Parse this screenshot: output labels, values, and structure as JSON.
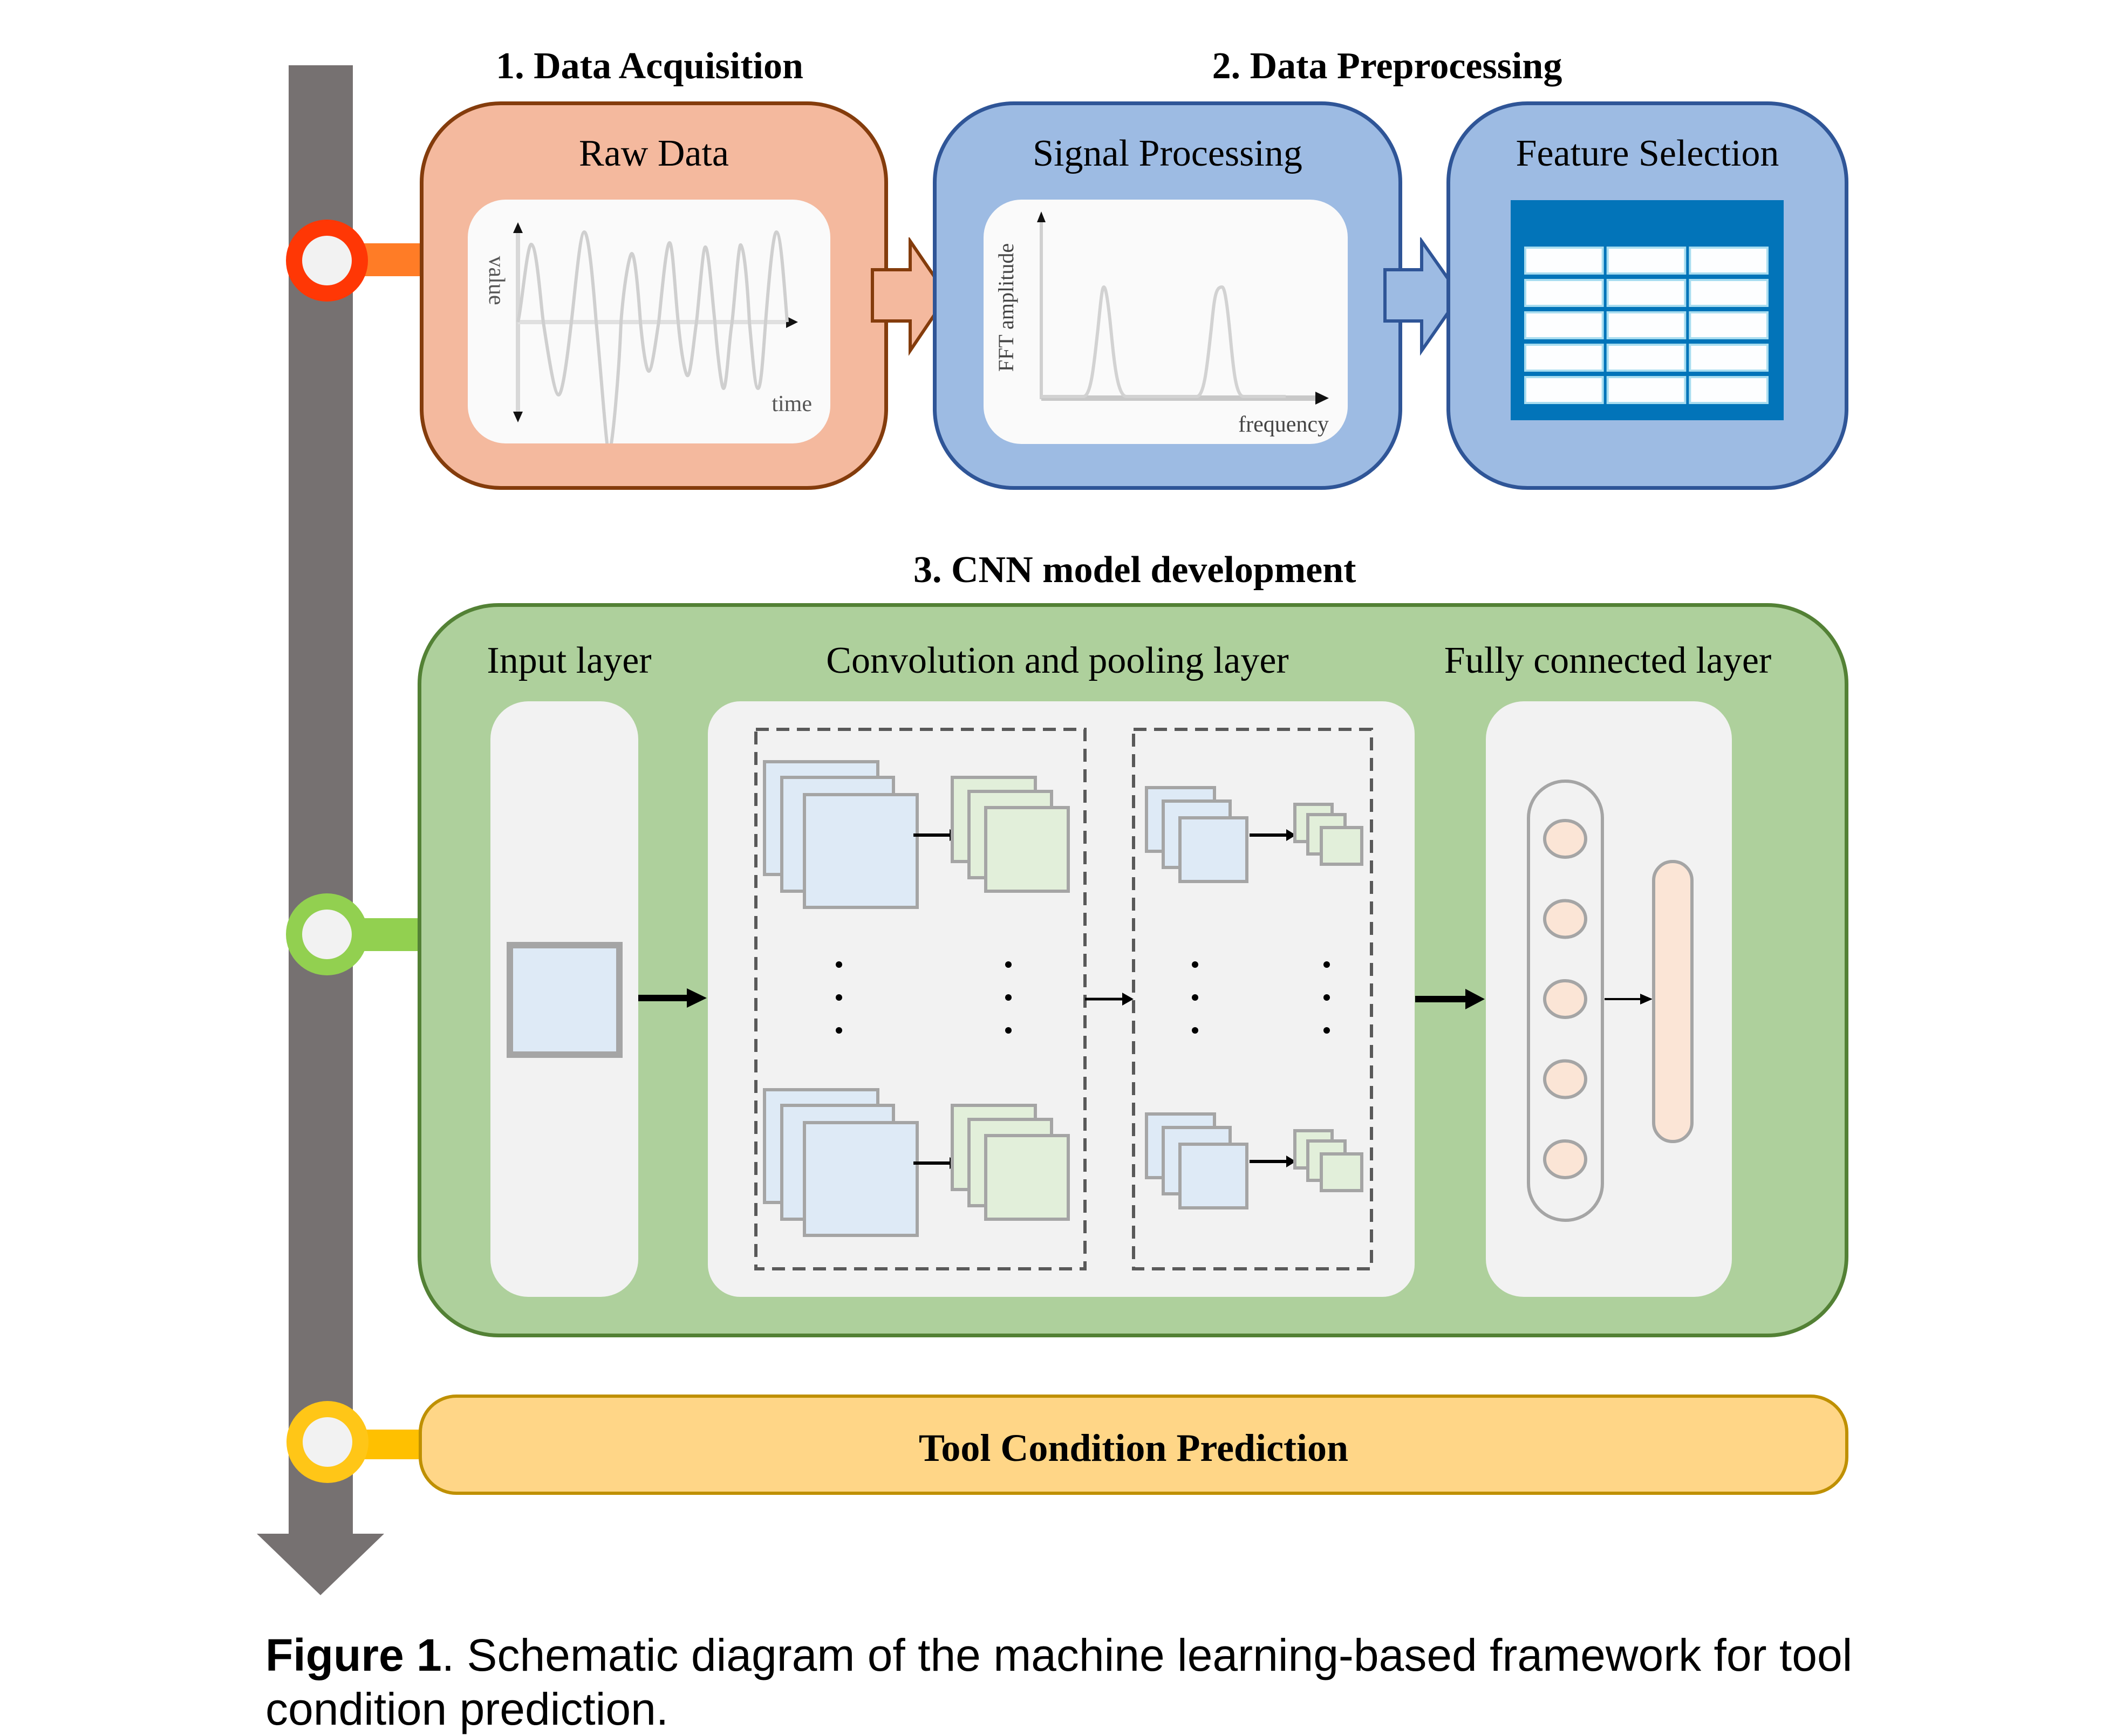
{
  "figure": {
    "stages": {
      "acquisition": {
        "title": "1. Data Acquisition",
        "box_label": "Raw Data",
        "chart": {
          "y_axis_label": "value",
          "x_axis_label": "time",
          "icon": "waveform-chart-icon"
        },
        "colors": {
          "fill": "#F4B99E",
          "border": "#843C0C"
        }
      },
      "preprocessing": {
        "title": "2. Data Preprocessing",
        "signal_box_label": "Signal Processing",
        "signal_chart": {
          "y_axis_label": "FFT amplitude",
          "x_axis_label": "frequency",
          "icon": "spectrum-chart-icon",
          "peaks": 2
        },
        "feature_box_label": "Feature Selection",
        "feature_table": {
          "icon": "table-icon",
          "rows": 5,
          "columns": 3
        },
        "colors": {
          "fill": "#9DBBE3",
          "border": "#2F5597",
          "table": "#0274B9"
        }
      },
      "cnn": {
        "title": "3. CNN model development",
        "layers": [
          {
            "label": "Input layer"
          },
          {
            "label": "Convolution and pooling layer"
          },
          {
            "label": "Fully connected layer",
            "neurons": 5
          }
        ],
        "colors": {
          "fill": "#AED09C",
          "border": "#538135",
          "panel": "#F2F2F2",
          "feature_map_blue": "#DEEAF6",
          "feature_map_green": "#E2EFDA",
          "neuron": "#FBE5D6"
        }
      },
      "prediction": {
        "label": "Tool Condition Prediction",
        "colors": {
          "fill": "#FFD687",
          "border": "#BF9000"
        }
      }
    },
    "timeline": {
      "bar_color": "#767171",
      "markers": [
        {
          "stage": "acquisition",
          "ring_color": "#FF3705",
          "connector_color": "#FF7C26"
        },
        {
          "stage": "cnn",
          "ring_color": "#92D050",
          "connector_color": "#92D050"
        },
        {
          "stage": "prediction",
          "ring_color": "#FFC617",
          "connector_color": "#FFC000"
        }
      ]
    },
    "caption": {
      "prefix": "Figure 1",
      "text": ". Schematic diagram of the machine learning-based framework for tool condition prediction."
    }
  }
}
